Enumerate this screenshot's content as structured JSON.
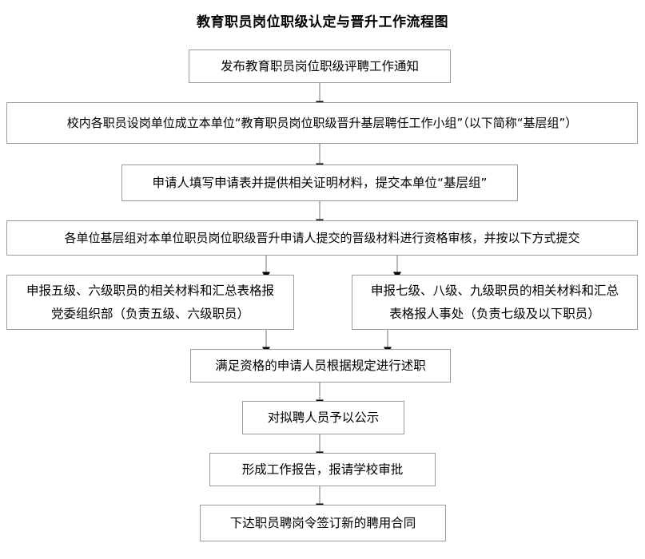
{
  "title": "教育职员岗位职级认定与晋升工作流程图",
  "theme": {
    "box_border": "#9a9a9a",
    "box_fill": "#ffffff",
    "connector": "#808080",
    "arrowhead": "#000000",
    "text": "#000000"
  },
  "flowchart": {
    "type": "flowchart",
    "direction": "top-to-bottom",
    "nodes": [
      {
        "id": "n1",
        "lines": [
          "发布教育职员岗位职级评聘工作通知"
        ]
      },
      {
        "id": "n2",
        "lines": [
          "校内各职员设岗单位成立本单位“教育职员岗位职级晋升基层聘任工作小组”（以下简称“基层组”）"
        ]
      },
      {
        "id": "n3",
        "lines": [
          "申请人填写申请表并提供相关证明材料，提交本单位“基层组”"
        ]
      },
      {
        "id": "n4",
        "lines": [
          "各单位基层组对本单位职员岗位职级晋升申请人提交的晋级材料进行资格审核，并按以下方式提交"
        ]
      },
      {
        "id": "n5a",
        "lines": [
          "申报五级、六级职员的相关材料和汇总表格报",
          "党委组织部（负责五级、六级职员）"
        ]
      },
      {
        "id": "n5b",
        "lines": [
          "申报七级、八级、九级职员的相关材料和汇总",
          "表格报人事处（负责七级及以下职员）"
        ]
      },
      {
        "id": "n6",
        "lines": [
          "满足资格的申请人员根据规定进行述职"
        ]
      },
      {
        "id": "n7",
        "lines": [
          "对拟聘人员予以公示"
        ]
      },
      {
        "id": "n8",
        "lines": [
          "形成工作报告，报请学校审批"
        ]
      },
      {
        "id": "n9",
        "lines": [
          "下达职员聘岗令签订新的聘用合同"
        ]
      }
    ],
    "edges": [
      {
        "from": "n1",
        "to": "n2"
      },
      {
        "from": "n2",
        "to": "n3"
      },
      {
        "from": "n3",
        "to": "n4"
      },
      {
        "from": "n4",
        "to": "n5a"
      },
      {
        "from": "n4",
        "to": "n5b"
      },
      {
        "from": "n5a",
        "to": "n6"
      },
      {
        "from": "n5b",
        "to": "n6"
      },
      {
        "from": "n6",
        "to": "n7"
      },
      {
        "from": "n7",
        "to": "n8"
      },
      {
        "from": "n8",
        "to": "n9"
      }
    ]
  }
}
